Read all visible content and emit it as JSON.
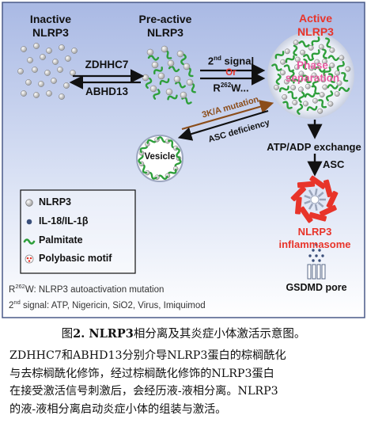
{
  "figure": {
    "colors": {
      "panel_top": "#a9b9e4",
      "panel_bottom": "#ffffff",
      "border": "#4a5a88",
      "green": "#2e9f3b",
      "red": "#e8342a",
      "brown": "#8b4d1a",
      "navy": "#142d7a"
    },
    "inactive": {
      "line1": "Inactive",
      "line2": "NLRP3"
    },
    "preactive": {
      "line1": "Pre-active",
      "line2": "NLRP3"
    },
    "active": {
      "line1": "Active",
      "line2": "NLRP3"
    },
    "enzymes": {
      "forward": "ZDHHC7",
      "reverse": "ABHD13"
    },
    "signal": {
      "base": "2",
      "sup": "nd",
      "rest": " signal",
      "or": "Or",
      "r_base": "R",
      "r_sup": "262",
      "r_rest": "W..."
    },
    "phase": {
      "line1": "Phase",
      "line2": "separation"
    },
    "mutation": {
      "upper": "3K/A mutation",
      "lower": "ASC deficiency"
    },
    "vesicle": "Vesicle",
    "steps": {
      "atp": "ATP/ADP exchange",
      "asc": "ASC"
    },
    "inflammasome": {
      "line1": "NLRP3",
      "line2": "inflammasome"
    },
    "pore": "GSDMD pore",
    "legend": {
      "nlrp3": "NLRP3",
      "il": "IL-18/IL-1β",
      "palmitate": "Palmitate",
      "motif": "Polybasic motif"
    },
    "notes": {
      "r_base": "R",
      "r_sup": "262",
      "r_rest": "W: NLRP3 autoactivation mutation",
      "s_base": "2",
      "s_sup": "nd",
      "s_rest": " signal: ATP, Nigericin, SiO2, Virus, Imiquimod"
    }
  },
  "caption": {
    "prefix": "图",
    "bold": "2. NLRP3",
    "rest": "相分离及其炎症小体激活示意图。"
  },
  "paragraph": [
    "ZDHHC7和ABHD13分别介导NLRP3蛋白的棕榈酰化",
    "与去棕榈酰化修饰，经过棕榈酰化修饰的NLRP3蛋白",
    "在接受激活信号刺激后，会经历液-液相分离。NLRP3",
    "的液-液相分离启动炎症小体的组装与激活。"
  ]
}
